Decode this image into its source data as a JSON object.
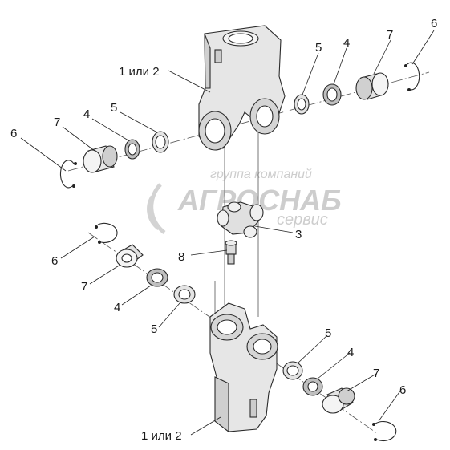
{
  "diagram": {
    "watermark": {
      "line1": "группа компаний",
      "line2": "АГРОСНАБ",
      "line3": "сервис"
    },
    "callouts": {
      "top_yoke": "1 или 2",
      "bottom_yoke": "1 или 2",
      "cross": "3",
      "fitting": "8",
      "tr_seal": "5",
      "tr_ring": "4",
      "tr_cup": "7",
      "tr_clip": "6",
      "tl_clip": "6",
      "tl_cup": "7",
      "tl_ring": "4",
      "tl_seal": "5",
      "ml_clip": "6",
      "ml_cup": "7",
      "ml_ring": "4",
      "ml_seal": "5",
      "br_seal": "5",
      "br_ring": "4",
      "br_cup": "7",
      "br_clip": "6"
    },
    "colors": {
      "part_fill": "#e6e6e6",
      "part_shade": "#bdbdbd",
      "line": "#222222",
      "watermark": "#c8c8c8"
    }
  }
}
